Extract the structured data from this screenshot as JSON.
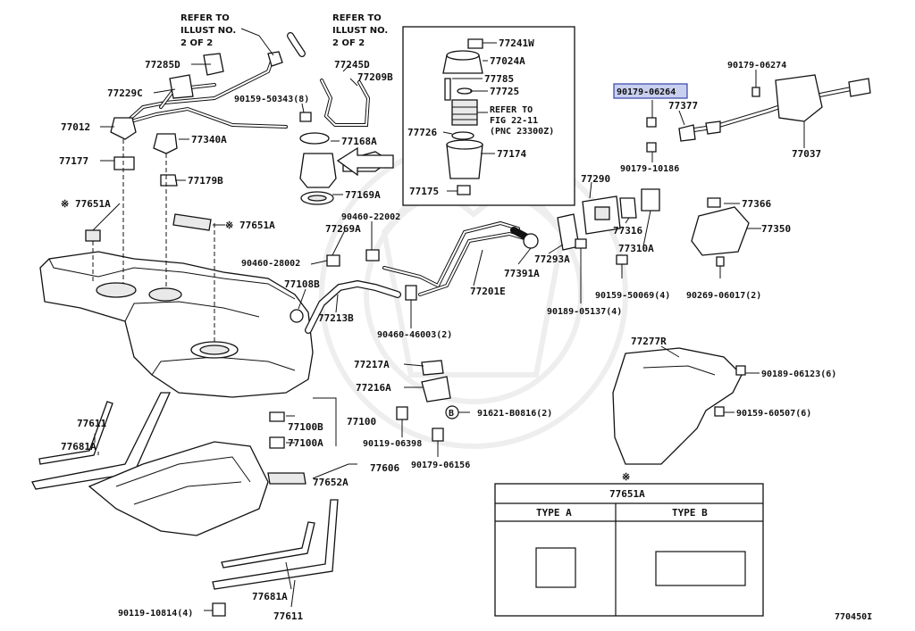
{
  "diagram": {
    "notes": {
      "refer_illus_left": [
        "REFER TO",
        "ILLUST NO.",
        "2 OF 2"
      ],
      "refer_illus_right": [
        "REFER TO",
        "ILLUST NO.",
        "2 OF 2"
      ],
      "refer_fig": [
        "REFER TO",
        "FIG 22-11",
        "(PNC 23300Z)"
      ]
    },
    "asterisk": "※",
    "highlighted_part": "90179-06264",
    "labels": {
      "p77285D": "77285D",
      "p77229C": "77229C",
      "p77012": "77012",
      "p77340A": "77340A",
      "p77177": "77177",
      "p77179B": "77179B",
      "p77651A_left": "77651A",
      "p77651A_mid": "77651A",
      "p77245D": "77245D",
      "p77209B": "77209B",
      "p90159_50343": "90159-50343(8)",
      "p77168A": "77168A",
      "p77169A": "77169A",
      "p77241W": "77241W",
      "p77024A": "77024A",
      "p77785": "77785",
      "p77725": "77725",
      "p77726": "77726",
      "p77174": "77174",
      "p77175": "77175",
      "p90179_06274": "90179-06274",
      "p90179_06264": "90179-06264",
      "p77377": "77377",
      "p77037": "77037",
      "p90179_10186": "90179-10186",
      "p77290": "77290",
      "p90460_22002": "90460-22002",
      "p77269A": "77269A",
      "p90460_28002": "90460-28002",
      "p77108B": "77108B",
      "p77213B": "77213B",
      "p90460_46003": "90460-46003(2)",
      "p77201E": "77201E",
      "p77391A": "77391A",
      "p77293A": "77293A",
      "p77316": "77316",
      "p77310A": "77310A",
      "p77366": "77366",
      "p77350": "77350",
      "p90159_50069": "90159-50069(4)",
      "p90269_06017": "90269-06017(2)",
      "p90189_05137": "90189-05137(4)",
      "p77277R": "77277R",
      "p90189_06123": "90189-06123(6)",
      "p90159_60507": "90159-60507(6)",
      "p77217A": "77217A",
      "p77216A": "77216A",
      "p91621_B0816": "91621-B0816(2)",
      "p77100B": "77100B",
      "p77100": "77100",
      "p77100A": "77100A",
      "p90119_06398": "90119-06398",
      "p90179_06156": "90179-06156",
      "p77611_top": "77611",
      "p77681A_top": "77681A",
      "p77652A": "77652A",
      "p77606": "77606",
      "p77681A_bot": "77681A",
      "p77611_bot": "77611",
      "p90119_10814": "90119-10814(4)",
      "circle_b": "B"
    },
    "type_table": {
      "header": "77651A",
      "col_a": "TYPE A",
      "col_b": "TYPE B"
    },
    "diagram_id": "770450I"
  }
}
